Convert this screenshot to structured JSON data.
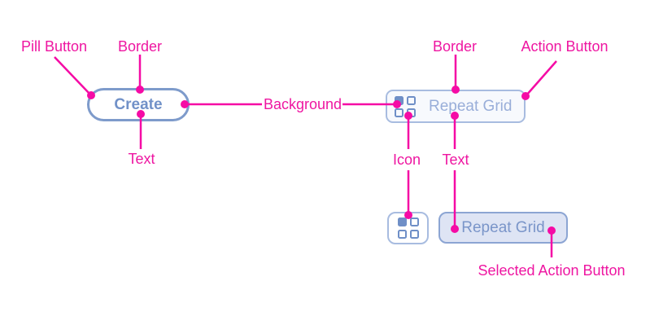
{
  "annotations": {
    "pill_button": "Pill Button",
    "border_left": "Border",
    "text_left": "Text",
    "background": "Background",
    "border_right": "Border",
    "action_button": "Action Button",
    "icon": "Icon",
    "text_right": "Text",
    "selected_action_button": "Selected Action Button"
  },
  "components": {
    "pill_button": {
      "label": "Create"
    },
    "action_button": {
      "label": "Repeat Grid",
      "icon": "repeat-grid-icon"
    },
    "icon_button": {
      "icon": "repeat-grid-icon"
    },
    "selected_action_button": {
      "label": "Repeat Grid"
    }
  },
  "colors": {
    "annotation_magenta": "#ee16a1",
    "connector_magenta": "#f50ba5",
    "pill_border": "#7e9bcb",
    "pill_text": "#7191c8",
    "action_border": "#a8bce0",
    "action_fill": "#f7f9fd",
    "action_text": "#99aed9",
    "selected_border": "#8ca5d3",
    "selected_fill": "#dee4f4",
    "selected_text": "#7a95c9",
    "icon_blue": "#6f8fc7"
  }
}
